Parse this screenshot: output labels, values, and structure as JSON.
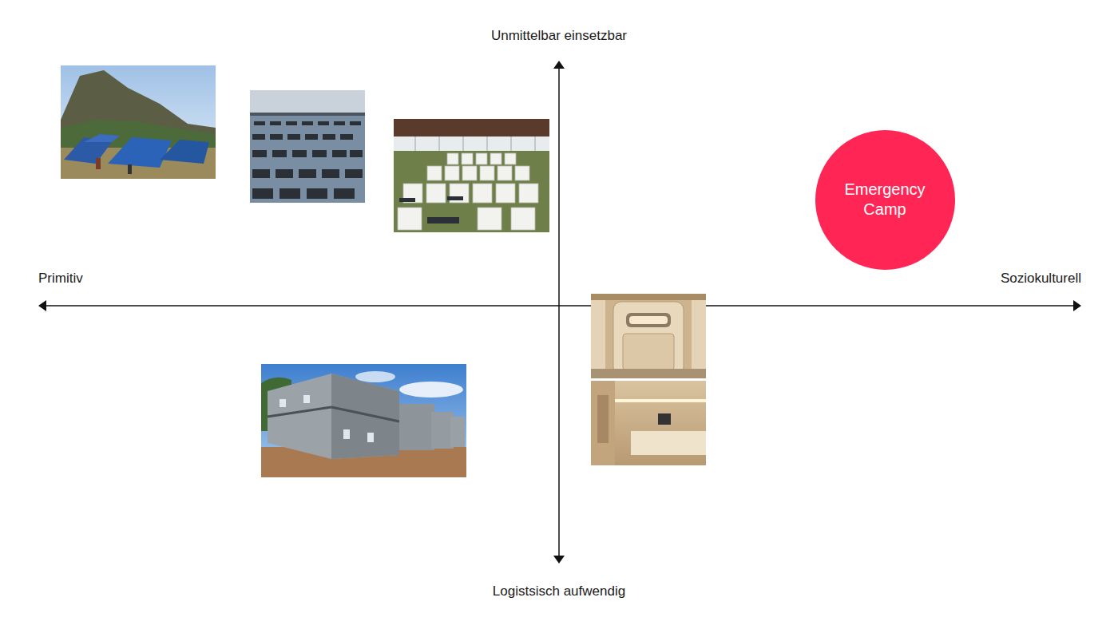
{
  "diagram": {
    "nodes": [
      {
        "text": [
          "Emergency Camp"
        ]
      }
    ],
    "labels": [
      "Unmittelbar einsetzbar",
      "Primitiv",
      "Soziokulturell",
      "Logistsisch aufwendig"
    ]
  }
}
